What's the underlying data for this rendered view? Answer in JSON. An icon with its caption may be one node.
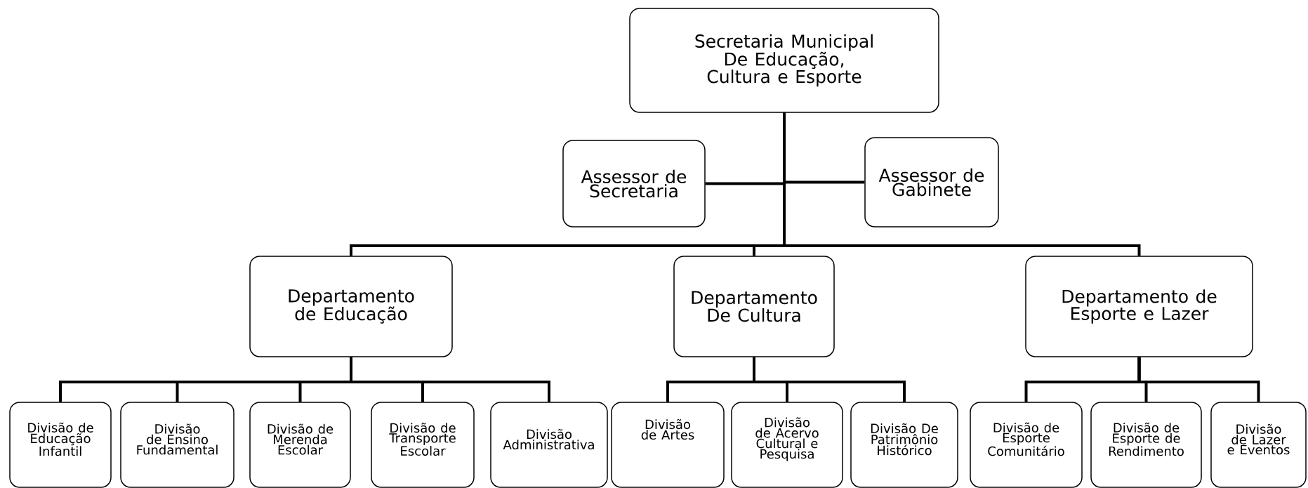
{
  "diagram": {
    "nodes": [
      {
        "text": [
          "Secretaria  Municipal De Educação, Cultura e Esporte"
        ]
      },
      {
        "text": [
          "Assessor de Secretaria"
        ]
      },
      {
        "text": [
          "Assessor de Gabinete"
        ]
      },
      {
        "text": [
          "Departamento de Educação"
        ]
      },
      {
        "text": [
          "Departamento De Cultura"
        ]
      },
      {
        "text": [
          "Departamento de Esporte e Lazer"
        ]
      },
      {
        "text": [
          "Divisão de Educação Infantil"
        ]
      },
      {
        "text": [
          "Divisão de Ensino Fundamental"
        ]
      },
      {
        "text": [
          "Divisão de Merenda Escolar"
        ]
      },
      {
        "text": [
          "Divisão de Transporte Escolar"
        ]
      },
      {
        "text": [
          "Divisão Administrativa"
        ]
      },
      {
        "text": [
          "Divisão de Artes"
        ]
      },
      {
        "text": [
          "Divisão de Acervo Cultural e Pesquisa"
        ]
      },
      {
        "text": [
          "Divisão De Patrimônio Histórico"
        ]
      },
      {
        "text": [
          "Divisão de Esporte Comunitário"
        ]
      },
      {
        "text": [
          "Divisão de Esporte de Rendimento"
        ]
      },
      {
        "text": [
          "Divisão de Lazer e Eventos"
        ]
      }
    ],
    "edges": [
      {
        "from": 0,
        "to": 1,
        "arrow": "none"
      },
      {
        "from": 0,
        "to": 2,
        "arrow": "none"
      },
      {
        "from": 0,
        "to": 3,
        "arrow": "none"
      },
      {
        "from": 0,
        "to": 4,
        "arrow": "none"
      },
      {
        "from": 0,
        "to": 5,
        "arrow": "none"
      },
      {
        "from": 3,
        "to": 6,
        "arrow": "none"
      },
      {
        "from": 3,
        "to": 7,
        "arrow": "none"
      },
      {
        "from": 3,
        "to": 8,
        "arrow": "none"
      },
      {
        "from": 3,
        "to": 9,
        "arrow": "none"
      },
      {
        "from": 3,
        "to": 10,
        "arrow": "none"
      },
      {
        "from": 4,
        "to": 11,
        "arrow": "none"
      },
      {
        "from": 4,
        "to": 12,
        "arrow": "none"
      },
      {
        "from": 4,
        "to": 13,
        "arrow": "none"
      },
      {
        "from": 5,
        "to": 14,
        "arrow": "none"
      },
      {
        "from": 5,
        "to": 15,
        "arrow": "none"
      },
      {
        "from": 5,
        "to": 16,
        "arrow": "none"
      }
    ]
  }
}
